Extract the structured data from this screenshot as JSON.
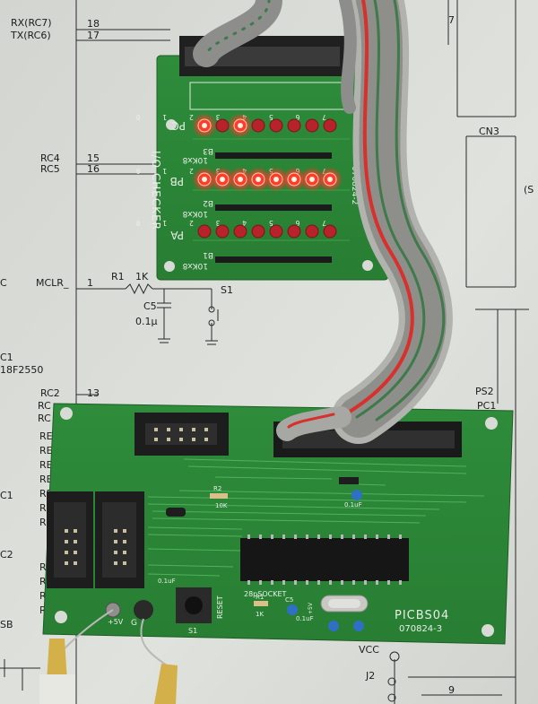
{
  "schematic": {
    "labels": [
      {
        "id": "rx",
        "text": "RX(RC7)"
      },
      {
        "id": "tx",
        "text": "TX(RC6)"
      },
      {
        "id": "pin18",
        "text": "18"
      },
      {
        "id": "pin17",
        "text": "17"
      },
      {
        "id": "rc4",
        "text": "RC4"
      },
      {
        "id": "rc5",
        "text": "RC5"
      },
      {
        "id": "pin15",
        "text": "15"
      },
      {
        "id": "pin16",
        "text": "16"
      },
      {
        "id": "mclr",
        "text": "MCLR_"
      },
      {
        "id": "pin1",
        "text": "1"
      },
      {
        "id": "c-left",
        "text": "C"
      },
      {
        "id": "r1",
        "text": "R1"
      },
      {
        "id": "r1val",
        "text": "1K"
      },
      {
        "id": "c5",
        "text": "C5"
      },
      {
        "id": "c5val",
        "text": "0.1µ"
      },
      {
        "id": "s1",
        "text": "S1"
      },
      {
        "id": "c1",
        "text": "C1"
      },
      {
        "id": "chip",
        "text": "18F2550"
      },
      {
        "id": "rc2",
        "text": "RC2"
      },
      {
        "id": "pin13",
        "text": "13"
      },
      {
        "id": "cn3",
        "text": "CN3"
      },
      {
        "id": "vcc",
        "text": "VCC"
      },
      {
        "id": "j2",
        "text": "J2"
      },
      {
        "id": "pin9",
        "text": "9"
      },
      {
        "id": "pin7",
        "text": "7"
      },
      {
        "id": "sb",
        "text": "SB"
      },
      {
        "id": "rc-a",
        "text": "RC"
      },
      {
        "id": "rc-b",
        "text": "RC"
      },
      {
        "id": "c1b",
        "text": "C1"
      },
      {
        "id": "c2",
        "text": "C2"
      },
      {
        "id": "pc1",
        "text": "PC1"
      },
      {
        "id": "ps2",
        "text": "PS2"
      },
      {
        "id": "s-paren",
        "text": "(S"
      }
    ]
  },
  "io_checker": {
    "title": "I/O CHECKER",
    "port_b": "PB",
    "port_a": "PA",
    "port_c": "PC",
    "array_b3": "10Kx8",
    "array_b2": "10Kx8",
    "array_b1": "10Kx8",
    "ref_b3": "B3",
    "ref_b2": "B2",
    "ref_b1": "B1",
    "code": "070824-2",
    "bit_digits": "7 6 5 4 3 2 1 0"
  },
  "picbs": {
    "name": "PICBS04",
    "code": "070824-3",
    "socket": "28pSOCKET",
    "switch_label": "S1",
    "reset": "RESET",
    "r2": "R2",
    "r2_val": "10K",
    "r1": "R1",
    "r1_val": "1K",
    "c5": "C5",
    "c5_val": "0.1uF",
    "cap_val": "0.1uF",
    "v5": "+5V",
    "gnd": "G",
    "uf": "0.1uF",
    "power": "+5V"
  },
  "colors": {
    "board_green": "#2f8a3a",
    "cable_gray": "#9a9a98",
    "cable_red": "#d8302c",
    "led_red": "#e8262a",
    "paper": "#dcdeda"
  },
  "leds": {
    "port_c_lit": [
      1,
      0,
      1,
      0,
      0,
      0,
      0,
      0
    ],
    "port_b_lit": [
      1,
      1,
      1,
      1,
      1,
      1,
      1,
      1
    ],
    "port_a_lit": [
      0,
      0,
      0,
      0,
      0,
      0,
      0,
      0
    ]
  }
}
